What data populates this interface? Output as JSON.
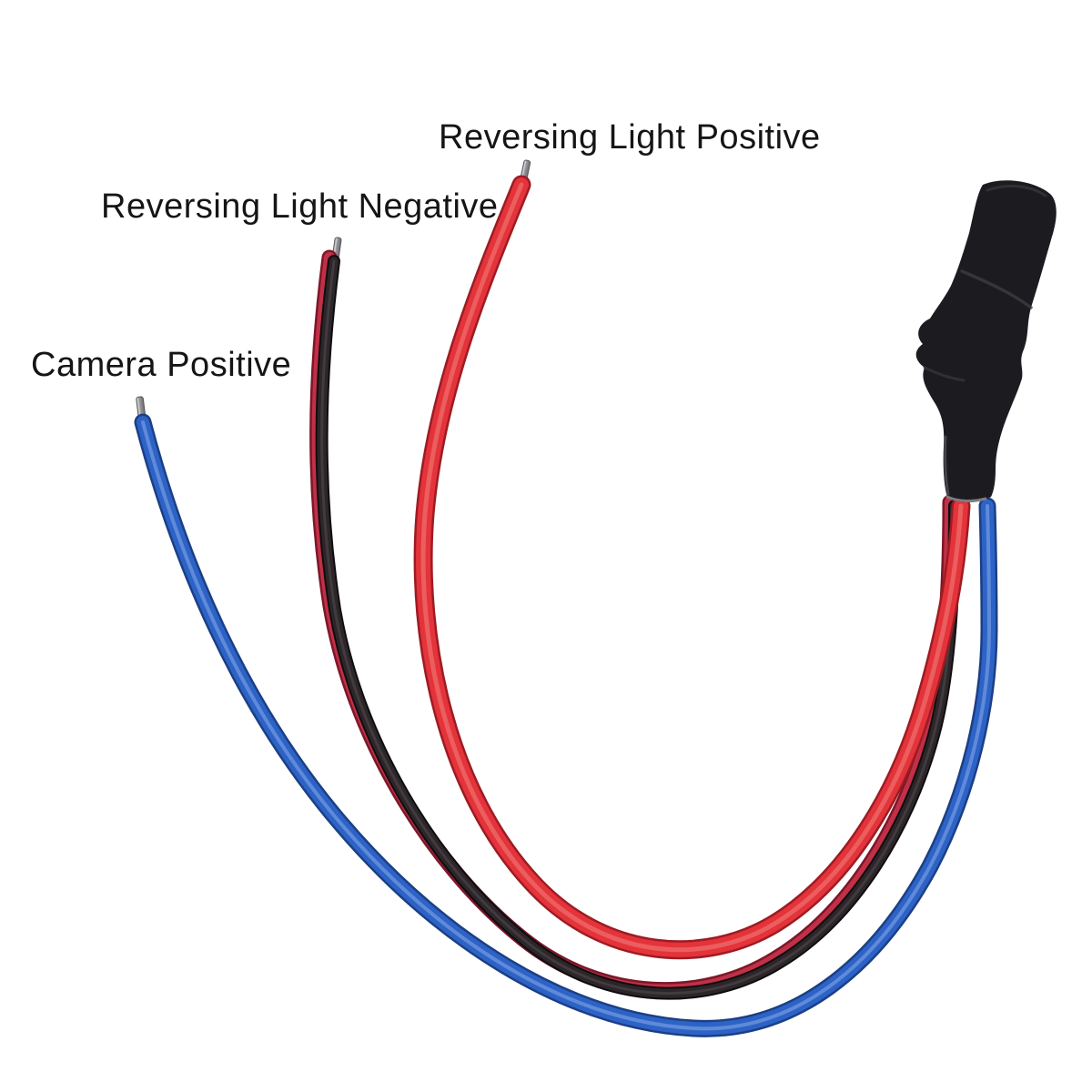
{
  "photo": {
    "background_color": "#ffffff"
  },
  "labels": {
    "reversing_light_positive": "Reversing Light Positive",
    "reversing_light_negative": "Reversing Light Negative",
    "camera_positive": "Camera Positive"
  },
  "wires": [
    {
      "label": "Reversing Light Positive",
      "color_name": "red",
      "color": "#e4333b"
    },
    {
      "label": "Reversing Light Negative",
      "color_name": "black-red-pair",
      "color": "#2c2629"
    },
    {
      "label": "Camera Positive",
      "color_name": "blue",
      "color": "#2d63c6"
    }
  ],
  "connector": {
    "color": "#1c1b1f"
  }
}
